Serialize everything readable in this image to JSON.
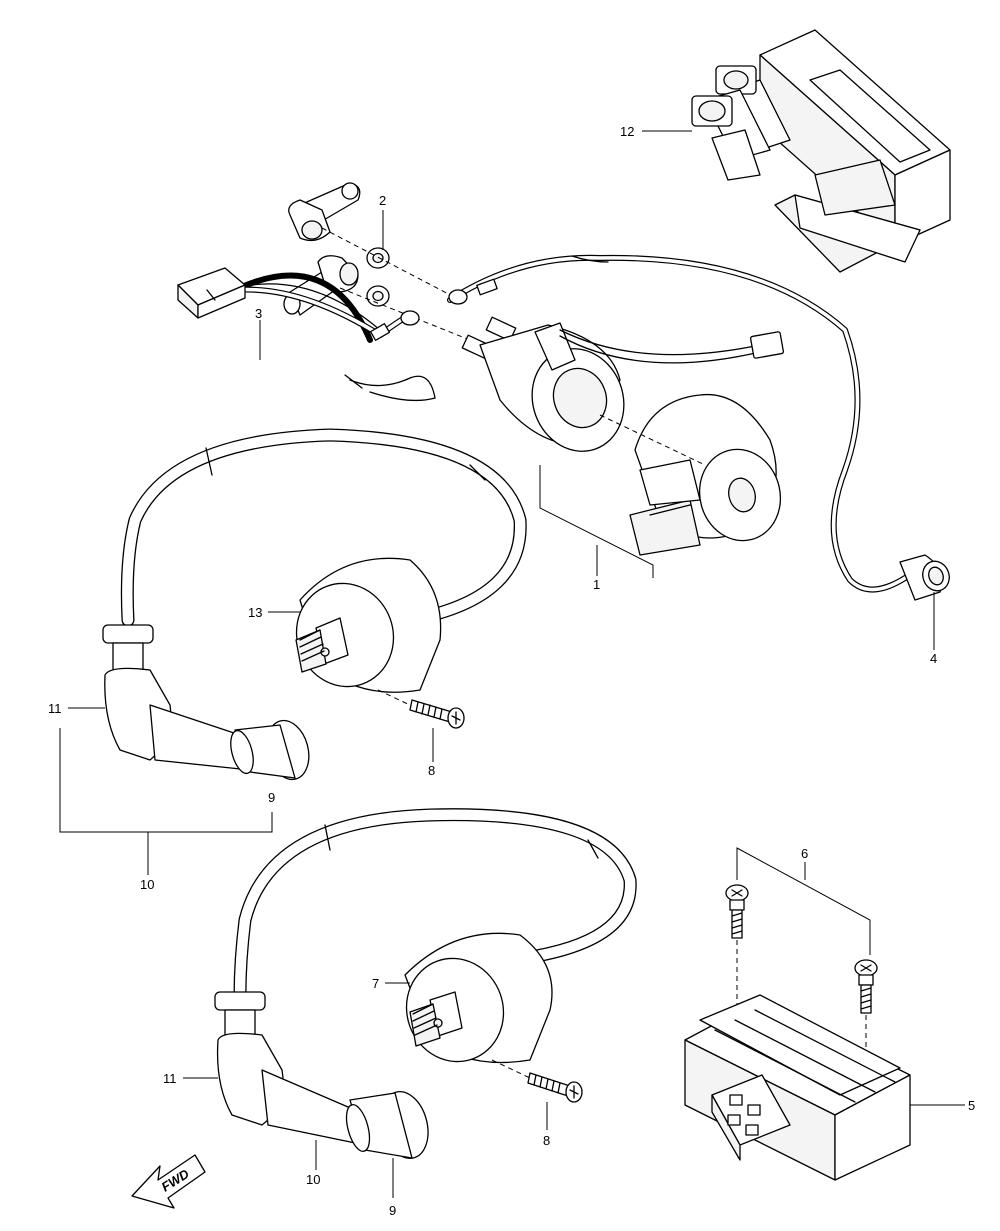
{
  "callouts": [
    {
      "id": "label-1",
      "text": "1"
    },
    {
      "id": "label-2",
      "text": "2"
    },
    {
      "id": "label-3",
      "text": "3"
    },
    {
      "id": "label-4",
      "text": "4"
    },
    {
      "id": "label-5",
      "text": "5"
    },
    {
      "id": "label-6",
      "text": "6"
    },
    {
      "id": "label-7",
      "text": "7"
    },
    {
      "id": "label-8a",
      "text": "8"
    },
    {
      "id": "label-8b",
      "text": "8"
    },
    {
      "id": "label-9a",
      "text": "9"
    },
    {
      "id": "label-9b",
      "text": "9"
    },
    {
      "id": "label-10a",
      "text": "10"
    },
    {
      "id": "label-10b",
      "text": "10"
    },
    {
      "id": "label-11a",
      "text": "11"
    },
    {
      "id": "label-11b",
      "text": "11"
    },
    {
      "id": "label-12",
      "text": "12"
    },
    {
      "id": "label-13",
      "text": "13"
    }
  ],
  "direction_arrow": {
    "text": "FWD"
  }
}
